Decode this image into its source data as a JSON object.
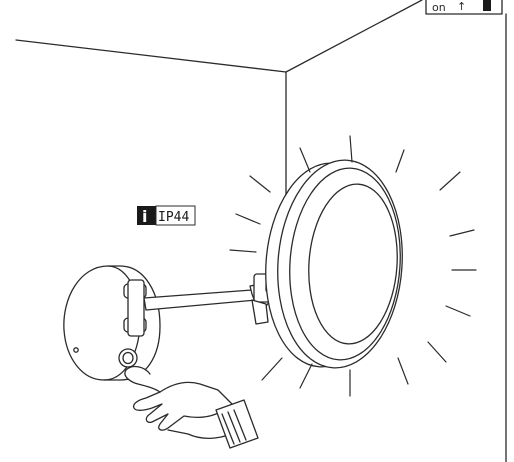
{
  "switch_label": "on",
  "rating_icon_glyph": "i",
  "rating_text": "IP44",
  "colors": {
    "line": "#2b2b2b",
    "badge": "#1a1a1a",
    "background": "#ffffff"
  }
}
